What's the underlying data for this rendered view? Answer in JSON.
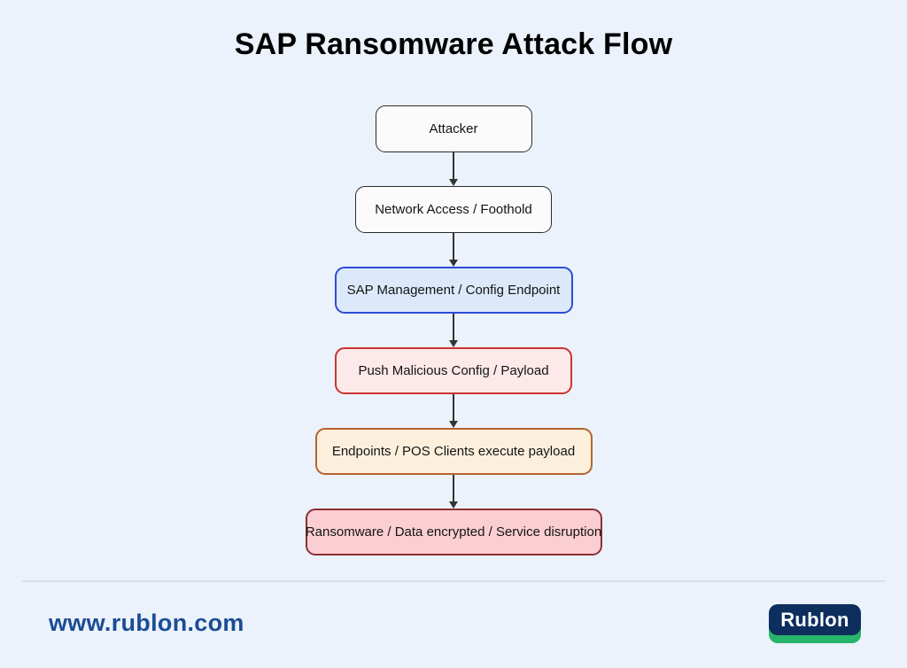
{
  "title": "SAP Ransomware Attack Flow",
  "background": "#ecf2fb",
  "flow": {
    "arrow_color": "#333333",
    "nodes": [
      {
        "label": "Attacker",
        "fill": "#fbfbfb",
        "border": "#2b2b2b"
      },
      {
        "label": "Network Access / Foothold",
        "fill": "#fbfbfb",
        "border": "#2b2b2b"
      },
      {
        "label": "SAP Management / Config Endpoint",
        "fill": "#dbe9fb",
        "border": "#2f4bd7"
      },
      {
        "label": "Push Malicious Config / Payload",
        "fill": "#fde9e9",
        "border": "#cc3333"
      },
      {
        "label": "Endpoints / POS Clients execute payload",
        "fill": "#fcf0dd",
        "border": "#b5622f"
      },
      {
        "label": "Ransomware / Data encrypted / Service disruption",
        "fill": "#fbced3",
        "border": "#8b3036"
      }
    ]
  },
  "footer": {
    "website": "www.rublon.com",
    "website_color": "#1b4d96",
    "logo_text": "Rublon",
    "logo_bg": "#0e2e5e",
    "logo_accent": "#27b56b",
    "logo_text_color": "#ffffff"
  }
}
